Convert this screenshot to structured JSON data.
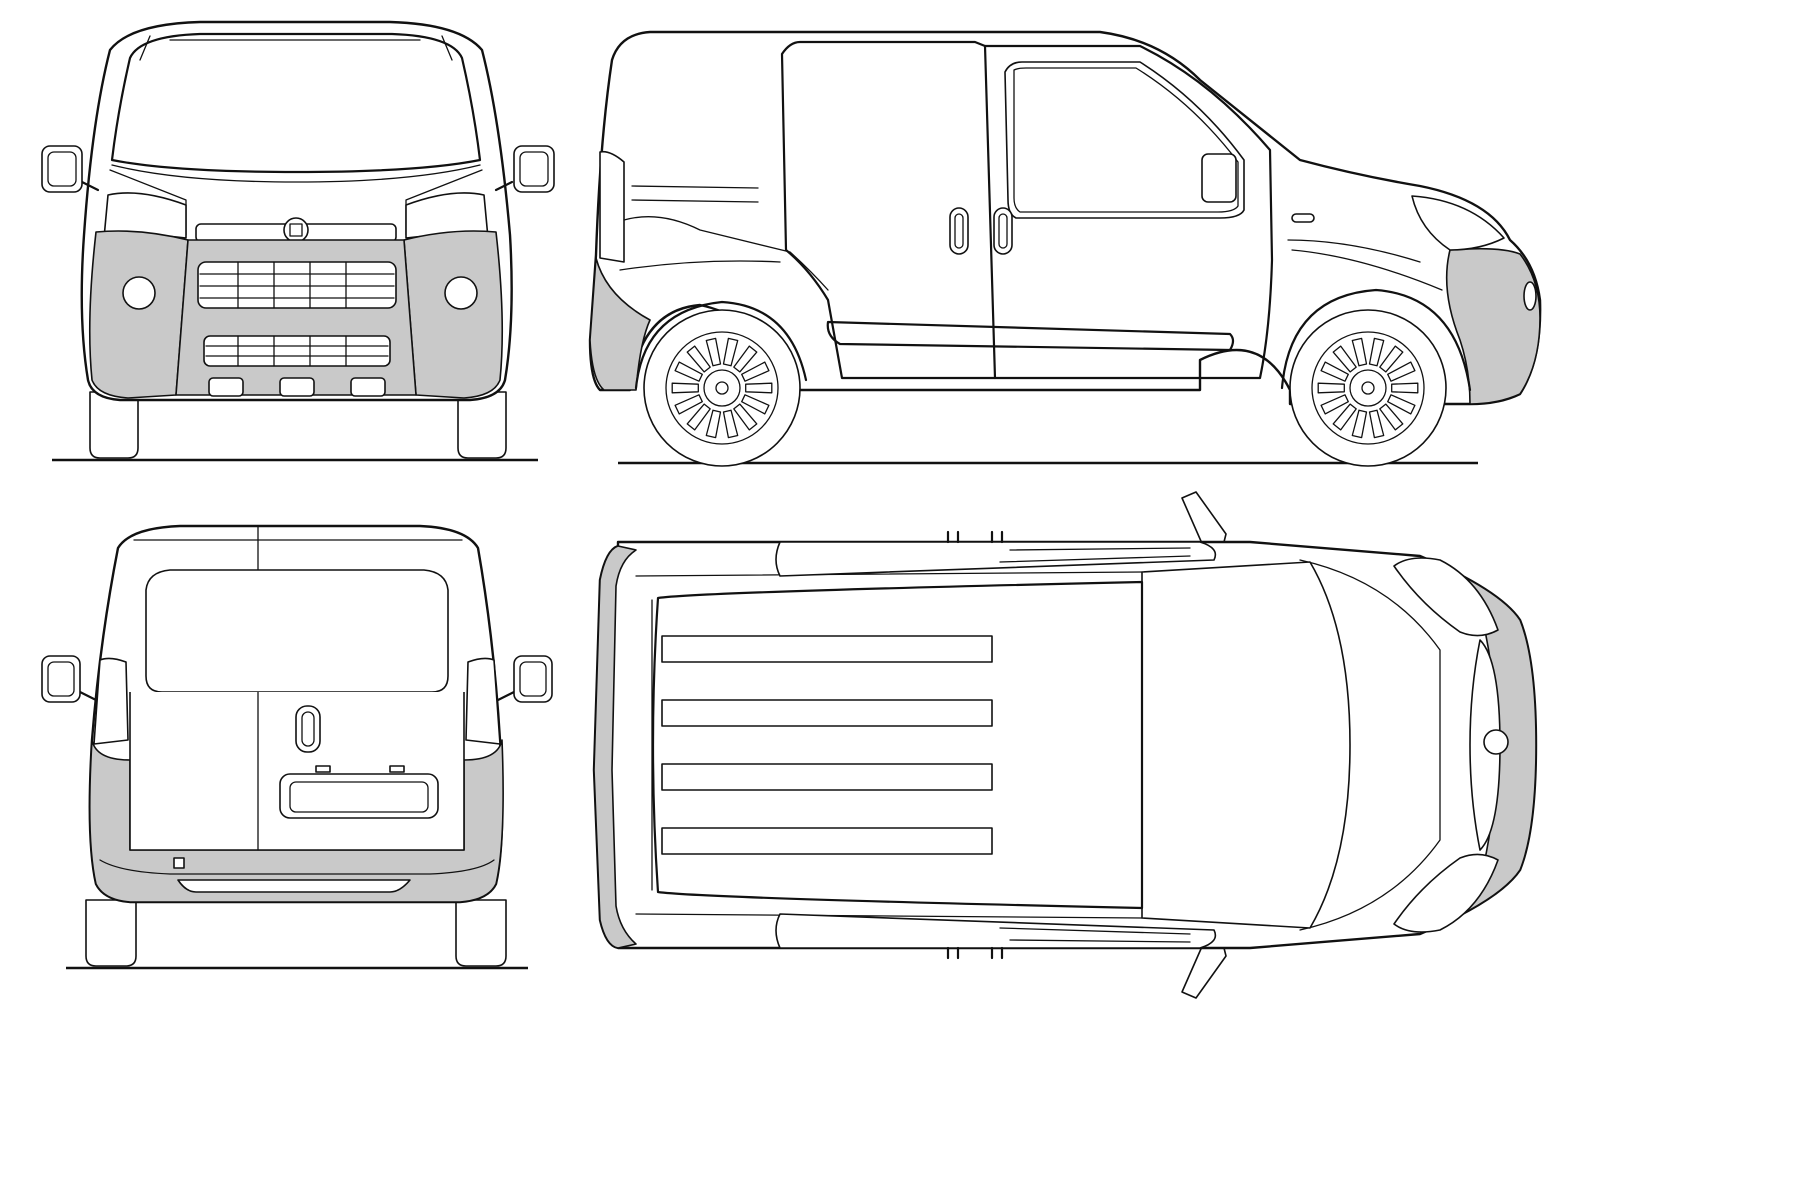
{
  "blueprint": {
    "views": [
      "front",
      "side",
      "rear",
      "top"
    ],
    "colors": {
      "line": "#111111",
      "bumper_fill": "#c9c9c9",
      "background": "#ffffff"
    }
  }
}
